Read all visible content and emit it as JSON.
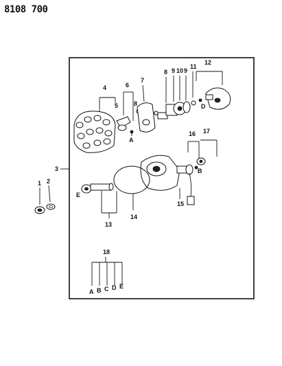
{
  "page_code": "8108 700",
  "callouts": {
    "n1": "1",
    "n2": "2",
    "n3": "3",
    "n4": "4",
    "n5": "5",
    "n6": "6",
    "n7": "7",
    "n8a": "8",
    "n8b": "8",
    "n9a": "9",
    "n10": "10",
    "n9b": "9",
    "n11": "11",
    "n12": "12",
    "n13": "13",
    "n14": "14",
    "n15": "15",
    "n16": "16",
    "n17": "17",
    "n18": "18"
  },
  "letters": {
    "a_cap": "A",
    "c_shaft": "C",
    "d_pickup": "D",
    "b_right": "B",
    "e_left": "E"
  },
  "kit_18_letters": [
    "A",
    "B",
    "C",
    "D",
    "E"
  ]
}
